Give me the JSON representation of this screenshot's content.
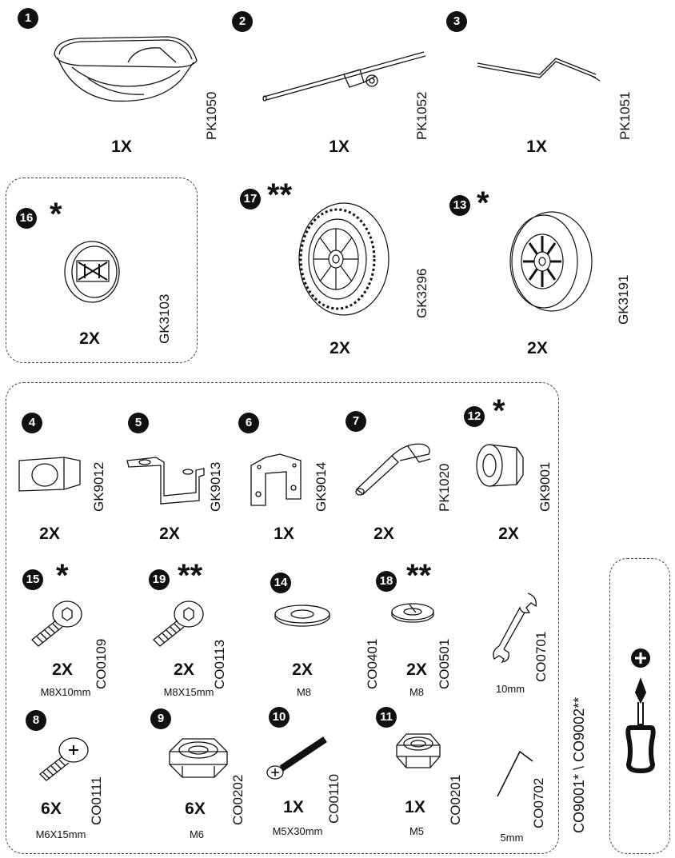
{
  "parts": [
    {
      "id": "p1",
      "number": "1",
      "code": "PK1050",
      "qty": "1X",
      "size": "",
      "icon": "basket-icon"
    },
    {
      "id": "p2",
      "number": "2",
      "code": "PK1052",
      "qty": "1X",
      "size": "",
      "icon": "axle-bar-icon"
    },
    {
      "id": "p3",
      "number": "3",
      "code": "PK1051",
      "qty": "1X",
      "size": "",
      "icon": "handle-rod-icon"
    },
    {
      "id": "p16",
      "number": "16",
      "stars": "*",
      "code": "GK3103",
      "qty": "2X",
      "size": "",
      "icon": "hub-cap-icon"
    },
    {
      "id": "p17",
      "number": "17",
      "stars": "**",
      "code": "GK3296",
      "qty": "2X",
      "size": "",
      "icon": "pneumatic-wheel-icon"
    },
    {
      "id": "p13",
      "number": "13",
      "stars": "*",
      "code": "GK3191",
      "qty": "2X",
      "size": "",
      "icon": "solid-wheel-icon"
    },
    {
      "id": "p4",
      "number": "4",
      "code": "GK9012",
      "qty": "2X",
      "size": "",
      "icon": "clamp-icon"
    },
    {
      "id": "p5",
      "number": "5",
      "code": "GK9013",
      "qty": "2X",
      "size": "",
      "icon": "bracket-icon"
    },
    {
      "id": "p6",
      "number": "6",
      "code": "GK9014",
      "qty": "1X",
      "size": "",
      "icon": "mount-bracket-icon"
    },
    {
      "id": "p7",
      "number": "7",
      "code": "PK1020",
      "qty": "2X",
      "size": "",
      "icon": "lock-pin-icon"
    },
    {
      "id": "p12",
      "number": "12",
      "stars": "*",
      "code": "GK9001",
      "qty": "2X",
      "size": "",
      "icon": "bushing-icon"
    },
    {
      "id": "p15",
      "number": "15",
      "stars": "*",
      "code": "CO0109",
      "qty": "2X",
      "size": "M8X10mm",
      "icon": "screw-icon"
    },
    {
      "id": "p19",
      "number": "19",
      "stars": "**",
      "code": "CO0113",
      "qty": "2X",
      "size": "M8X15mm",
      "icon": "screw-icon"
    },
    {
      "id": "p14",
      "number": "14",
      "code": "CO0401",
      "qty": "2X",
      "size": "M8",
      "icon": "washer-icon"
    },
    {
      "id": "p18",
      "number": "18",
      "stars": "**",
      "code": "CO0501",
      "qty": "2X",
      "size": "M8",
      "icon": "split-washer-icon"
    },
    {
      "id": "pwrench",
      "code": "CO0701",
      "size": "10mm",
      "icon": "wrench-icon"
    },
    {
      "id": "p8",
      "number": "8",
      "code": "CO0111",
      "qty": "6X",
      "size": "M6X15mm",
      "icon": "screw-icon"
    },
    {
      "id": "p9",
      "number": "9",
      "code": "CO0202",
      "qty": "6X",
      "size": "M6",
      "icon": "nut-icon"
    },
    {
      "id": "p10",
      "number": "10",
      "code": "CO0110",
      "qty": "1X",
      "size": "M5X30mm",
      "icon": "long-bolt-icon"
    },
    {
      "id": "p11",
      "number": "11",
      "code": "CO0201",
      "qty": "1X",
      "size": "M5",
      "icon": "lock-nut-icon"
    },
    {
      "id": "phex",
      "code": "CO0702",
      "size": "5mm",
      "icon": "hex-key-icon"
    }
  ],
  "screwdriver": {
    "code": "CO9001* \\ CO9002**",
    "icon": "phillips-screwdriver-icon",
    "tip_icon": "phillips-plus-icon"
  }
}
